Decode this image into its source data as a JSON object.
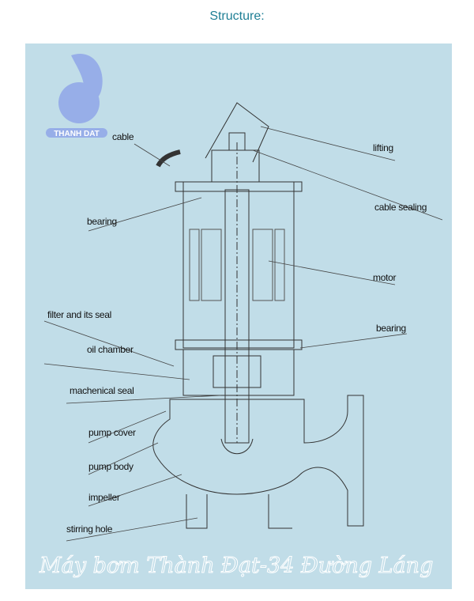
{
  "title": "Structure:",
  "logo": {
    "text": "THANH DAT"
  },
  "watermark": "Máy bơm Thành Đạt-34 Đường Láng",
  "labels_left": [
    "cable",
    "bearing",
    "filter and its seal",
    "oil chamber",
    "machenical seal",
    "pump cover",
    "pump body",
    "impeller",
    "stirring hole"
  ],
  "labels_right": [
    "lifting",
    "cable sealing",
    "motor",
    "bearing"
  ],
  "colors": {
    "title": "#1f7f95",
    "panel": "#c1dde8",
    "logo": "#97aee8"
  }
}
